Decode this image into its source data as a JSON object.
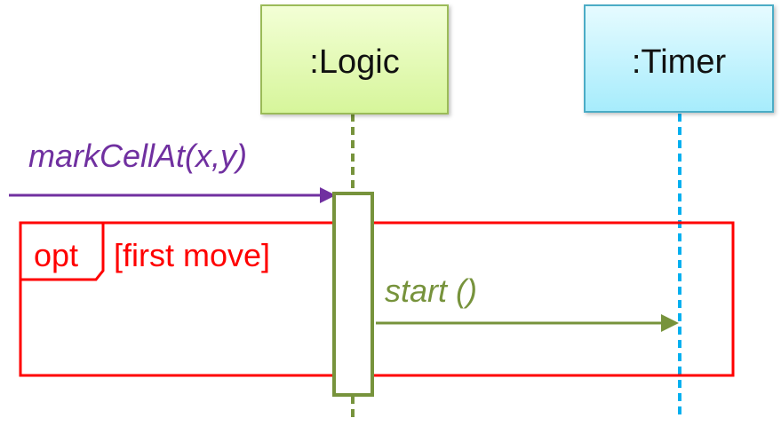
{
  "diagram": {
    "type": "UML sequence diagram",
    "lifelines": [
      {
        "id": "logic",
        "label": ":Logic",
        "fill_top": "#f3ffd6",
        "fill_bottom": "#d6f59a",
        "border": "#8fb04e",
        "line_color": "#77933c"
      },
      {
        "id": "timer",
        "label": ":Timer",
        "fill_top": "#e6fbff",
        "fill_bottom": "#a6ecfc",
        "border": "#4aacc6",
        "line_color": "#00b0f0"
      }
    ],
    "messages": [
      {
        "id": "markCellAt",
        "label": "markCellAt(x,y)",
        "from": "external",
        "to": "logic",
        "color": "#7030a0"
      },
      {
        "id": "start",
        "label": "start ()",
        "from": "logic",
        "to": "timer",
        "color": "#77933c"
      }
    ],
    "fragments": [
      {
        "operator": "opt",
        "guard": "[first move]",
        "color": "#ff0000"
      }
    ]
  }
}
